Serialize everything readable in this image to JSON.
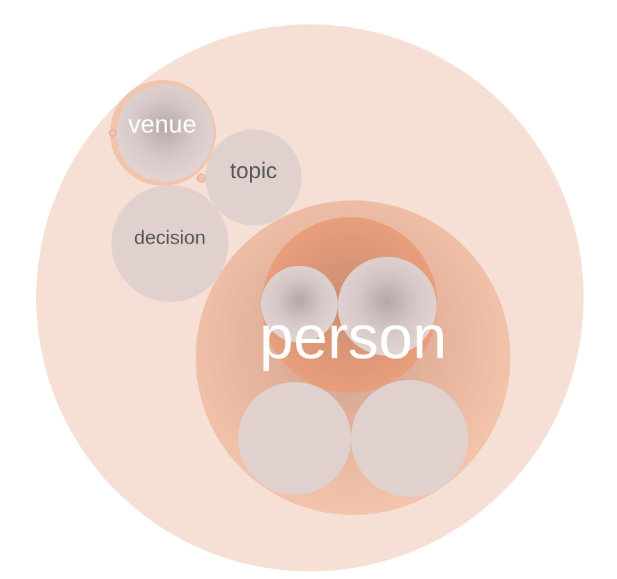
{
  "colors": {
    "root": "#f6dfd4",
    "group_light": "#f3c4ac",
    "group_mid": "#eca07c",
    "leaf": "#e0d1cf",
    "leaf_shadow": "#b8a8a8",
    "label_light": "#ffffff",
    "label_dark": "#555555"
  },
  "labels": {
    "venue": "venue",
    "topic": "topic",
    "decision": "decision",
    "person": "person"
  }
}
